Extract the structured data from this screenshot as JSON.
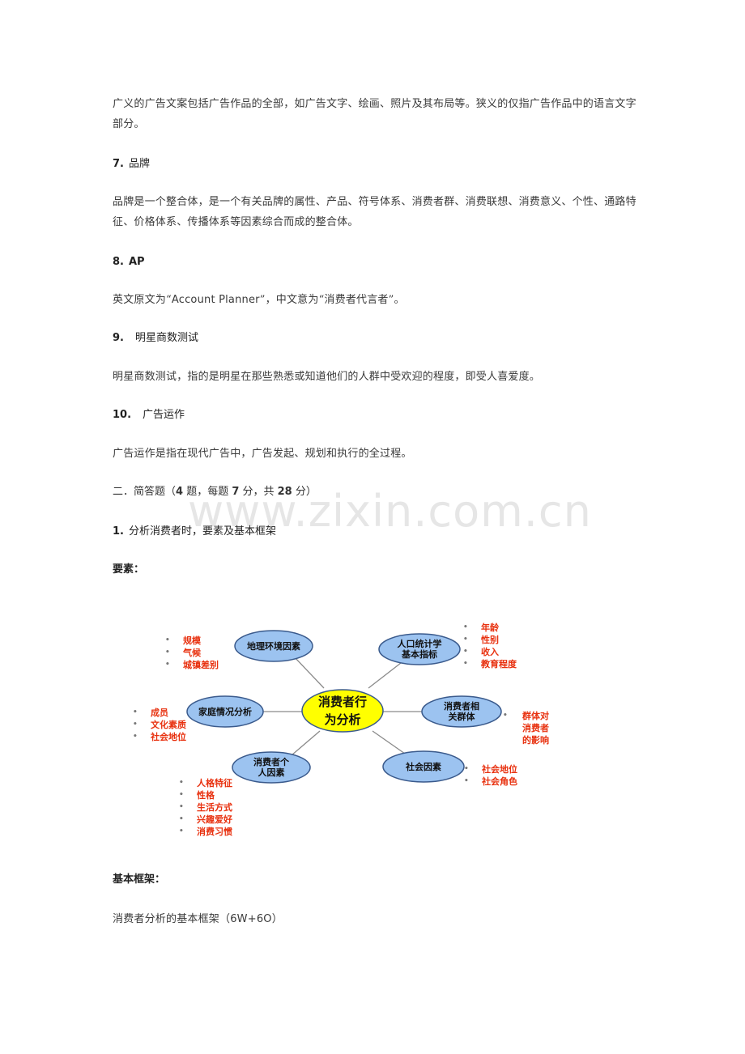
{
  "document": {
    "para_6_def": "广义的广告文案包括广告作品的全部，如广告文字、绘画、照片及其布局等。狭义的仅指广告作品中的语言文字部分。",
    "items": [
      {
        "num": "7.",
        "title": "品牌",
        "body": "品牌是一个整合体，是一个有关品牌的属性、产品、符号体系、消费者群、消费联想、消费意义、个性、通路特征、价格体系、传播体系等因素综合而成的整合体。"
      },
      {
        "num": "8.",
        "title": "AP",
        "body_pre": "英文原文为“",
        "body_latin": "Account Planner",
        "body_post": "”，中文意为“消费者代言者”。"
      },
      {
        "num": "9.",
        "title": "明星商数测试",
        "body": "明星商数测试，指的是明星在那些熟悉或知道他们的人群中受欢迎的程度，即受人喜爱度。"
      },
      {
        "num": "10.",
        "title": "广告运作",
        "body": "广告运作是指在现代广告中，广告发起、规划和执行的全过程。"
      }
    ],
    "section2": {
      "prefix": "二．简答题（",
      "count": "4",
      "mid1": " 题，每题 ",
      "each": "7",
      "mid2": " 分，共 ",
      "total": "28",
      "suffix": " 分）"
    },
    "q1": {
      "num": "1.",
      "title": "分析消费者时，要素及基本框架"
    },
    "elements_label": "要素：",
    "framework_label": "基本框架：",
    "framework_body_pre": "消费者分析的基本框架（",
    "framework_body_latin": "6W+6O",
    "framework_body_post": "）"
  },
  "watermark": "www.zixin.com.cn",
  "diagram": {
    "center": {
      "line1": "消费者行",
      "line2": "为分析",
      "fill": "#ffff00"
    },
    "node_fill": "#9cc3f0",
    "list_color": "#e8300e",
    "nodes": [
      {
        "id": "geo",
        "line1": "地理环境因素",
        "line2": "",
        "items": [
          "规模",
          "气候",
          "城镇差别"
        ]
      },
      {
        "id": "demo",
        "line1": "人口统计学",
        "line2": "基本指标",
        "items": [
          "年龄",
          "性别",
          "收入",
          "教育程度"
        ]
      },
      {
        "id": "family",
        "line1": "家庭情况分析",
        "line2": "",
        "items": [
          "成员",
          "文化素质",
          "社会地位"
        ]
      },
      {
        "id": "group",
        "line1": "消费者相",
        "line2": "关群体",
        "items": [
          "群体对",
          "消费者",
          "的影响"
        ]
      },
      {
        "id": "personal",
        "line1": "消费者个",
        "line2": "人因素",
        "items": [
          "人格特征",
          "性格",
          "生活方式",
          "兴趣爱好",
          "消费习惯"
        ]
      },
      {
        "id": "social",
        "line1": "社会因素",
        "line2": "",
        "items": [
          "社会地位",
          "社会角色"
        ]
      }
    ]
  }
}
